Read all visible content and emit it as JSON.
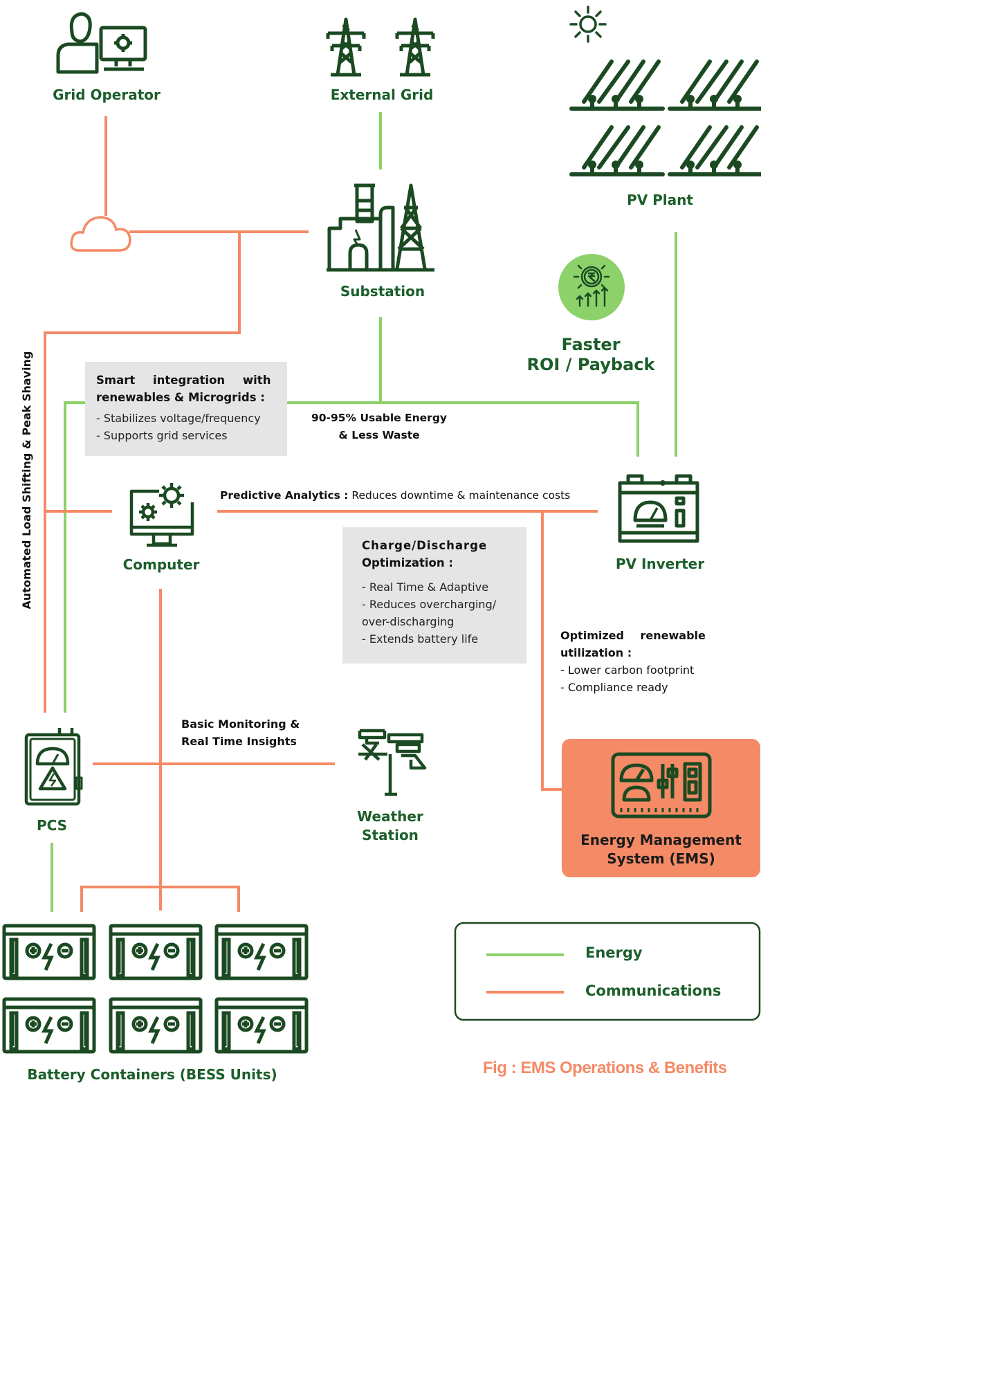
{
  "nodes": {
    "grid_operator": "Grid Operator",
    "external_grid": "External Grid",
    "pv_plant": "PV Plant",
    "substation": "Substation",
    "computer": "Computer",
    "pv_inverter": "PV Inverter",
    "pcs": "PCS",
    "weather_station": [
      "Weather",
      "Station"
    ],
    "ems": [
      "Energy Management",
      "System (EMS)"
    ],
    "battery_containers": "Battery Containers (BESS Units)"
  },
  "roi": {
    "line1": "Faster",
    "line2": "ROI / Payback"
  },
  "vertical_label": "Automated Load Shifting & Peak Shaving",
  "smart_box": {
    "heading_line1": "Smart integration with",
    "heading_line2": "renewables & Microgrids :",
    "items": [
      "- Stabilizes voltage/frequency",
      "- Supports grid services"
    ]
  },
  "usable_energy": {
    "line1": "90-95% Usable Energy",
    "line2": "& Less Waste"
  },
  "predictive": {
    "label": "Predictive Analytics :",
    "text": " Reduces downtime & maintenance costs"
  },
  "charge_box": {
    "heading_line1": "Charge/Discharge",
    "heading_line2": "Optimization :",
    "items": [
      "- Real Time & Adaptive",
      "- Reduces overcharging/",
      "over-discharging",
      "- Extends battery life"
    ]
  },
  "optimized": {
    "heading_line1": "Optimized renewable",
    "heading_line2": "utilization :",
    "items": [
      "- Lower carbon footprint",
      "- Compliance ready"
    ]
  },
  "basic_monitoring": {
    "line1": "Basic Monitoring &",
    "line2": "Real Time Insights"
  },
  "legend": {
    "energy": "Energy",
    "communications": "Communications"
  },
  "caption": "Fig : EMS Operations & Benefits",
  "colors": {
    "energy": "#8cd16a",
    "communications": "#f58a66",
    "icon": "#1b4a22",
    "label": "#1b5e2a",
    "ems_fill": "#f58a66",
    "roi_fill": "#8cd16a",
    "box_fill": "#e5e5e5"
  },
  "icons": [
    "operator-icon",
    "transmission-tower-icon",
    "sun-icon",
    "solar-panel-icon",
    "substation-icon",
    "cloud-icon",
    "rupee-growth-icon",
    "computer-gears-icon",
    "inverter-icon",
    "pcs-icon",
    "weather-station-icon",
    "ems-panel-icon",
    "battery-icon"
  ]
}
